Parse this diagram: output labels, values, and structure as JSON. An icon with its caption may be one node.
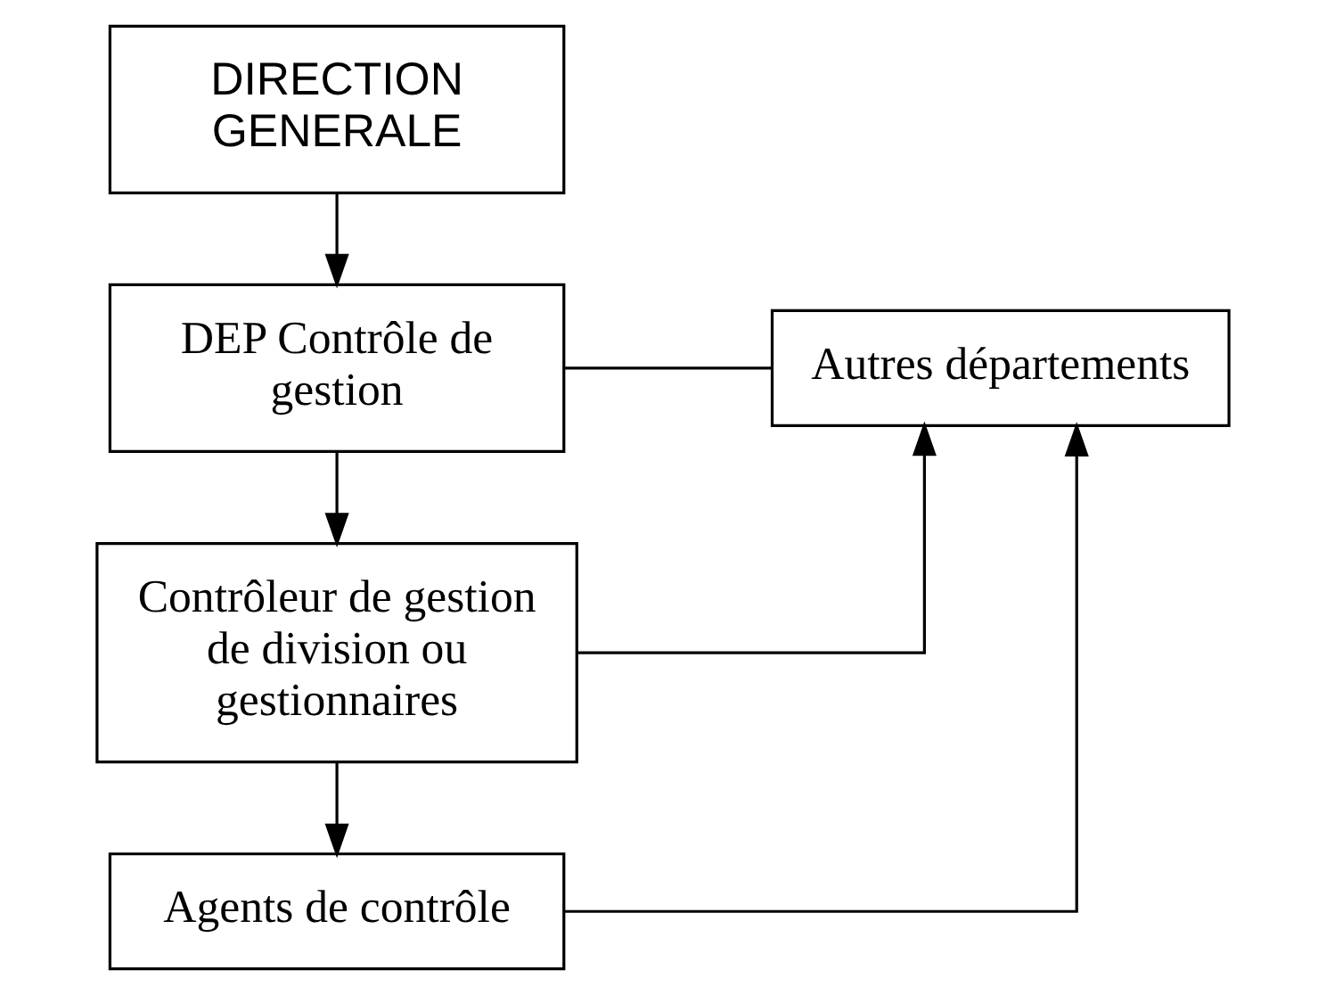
{
  "diagram": {
    "nodes": [
      {
        "text": [
          "DIRECTION GENERALE"
        ]
      },
      {
        "text": [
          "DEP Contrôle de gestion"
        ]
      },
      {
        "text": [
          "Autres départements"
        ]
      },
      {
        "text": [
          "Contrôleur de gestion de division ou gestionnaires"
        ]
      },
      {
        "text": [
          "Agents de contrôle"
        ]
      }
    ],
    "edges": [
      {
        "from": 0,
        "to": 1,
        "arrow": "to"
      },
      {
        "from": 1,
        "to": 2,
        "arrow": "none"
      },
      {
        "from": 1,
        "to": 3,
        "arrow": "to"
      },
      {
        "from": 3,
        "to": 2,
        "arrow": "to"
      },
      {
        "from": 3,
        "to": 4,
        "arrow": "to"
      },
      {
        "from": 4,
        "to": 2,
        "arrow": "to"
      }
    ]
  }
}
